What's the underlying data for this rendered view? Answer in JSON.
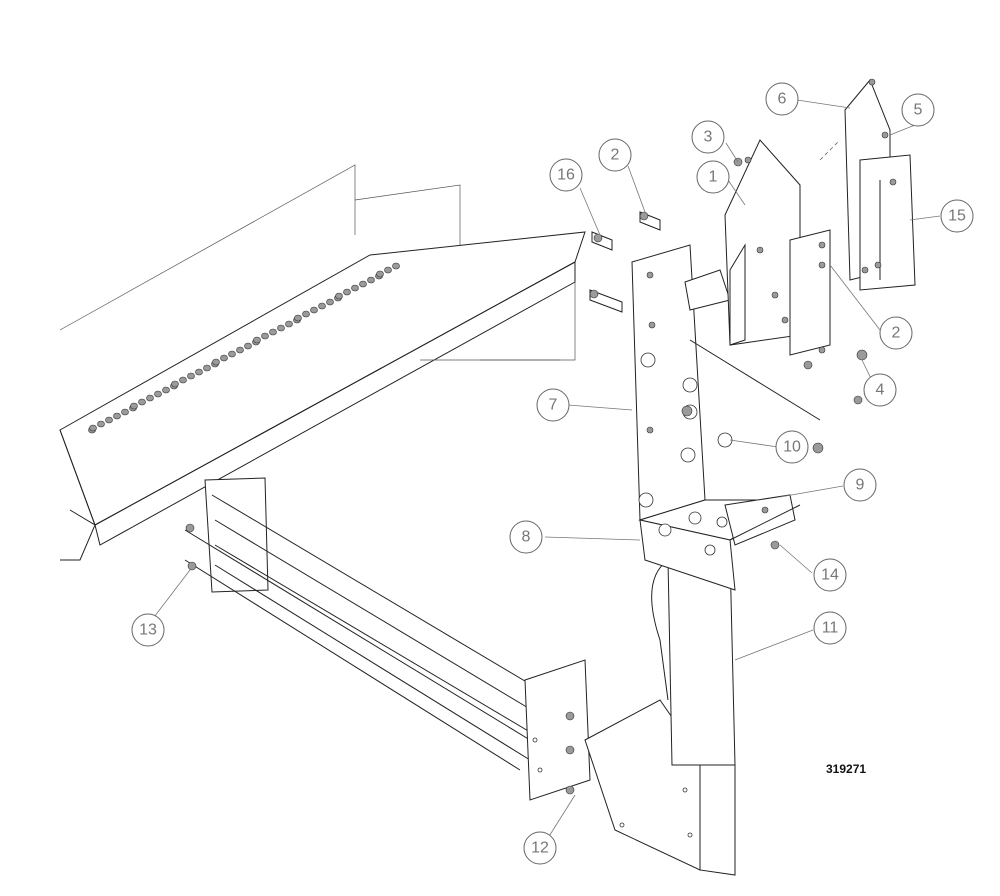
{
  "drawing_number": "319271",
  "callouts": [
    {
      "label": "1"
    },
    {
      "label": "2"
    },
    {
      "label": "2"
    },
    {
      "label": "3"
    },
    {
      "label": "4"
    },
    {
      "label": "5"
    },
    {
      "label": "6"
    },
    {
      "label": "7"
    },
    {
      "label": "8"
    },
    {
      "label": "9"
    },
    {
      "label": "10"
    },
    {
      "label": "11"
    },
    {
      "label": "12"
    },
    {
      "label": "13"
    },
    {
      "label": "14"
    },
    {
      "label": "15"
    },
    {
      "label": "16"
    }
  ]
}
